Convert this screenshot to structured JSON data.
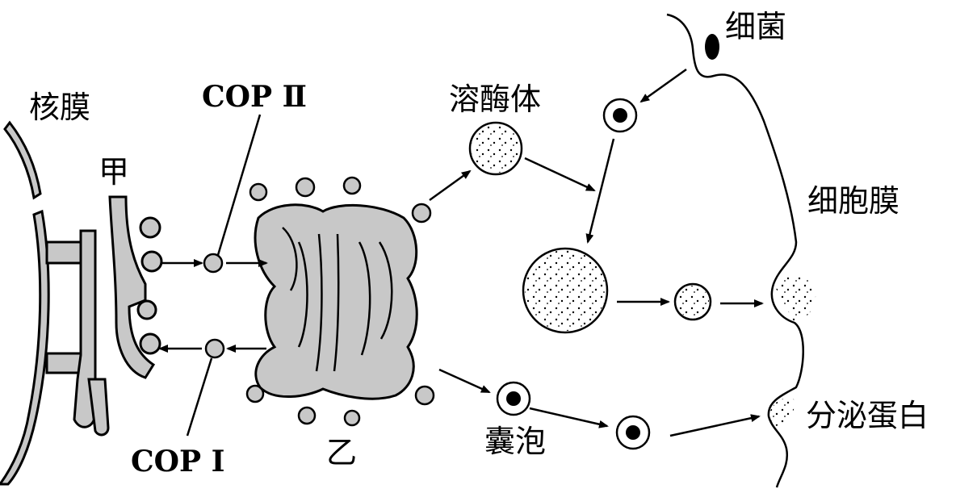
{
  "labels": {
    "nuclear_membrane": "核膜",
    "er": "甲",
    "copii": "COP Ⅱ",
    "copi": "COP Ⅰ",
    "golgi": "乙",
    "lysosome": "溶酶体",
    "bacteria": "细菌",
    "cell_membrane": "细胞膜",
    "vesicle": "囊泡",
    "secretory_protein": "分泌蛋白"
  }
}
